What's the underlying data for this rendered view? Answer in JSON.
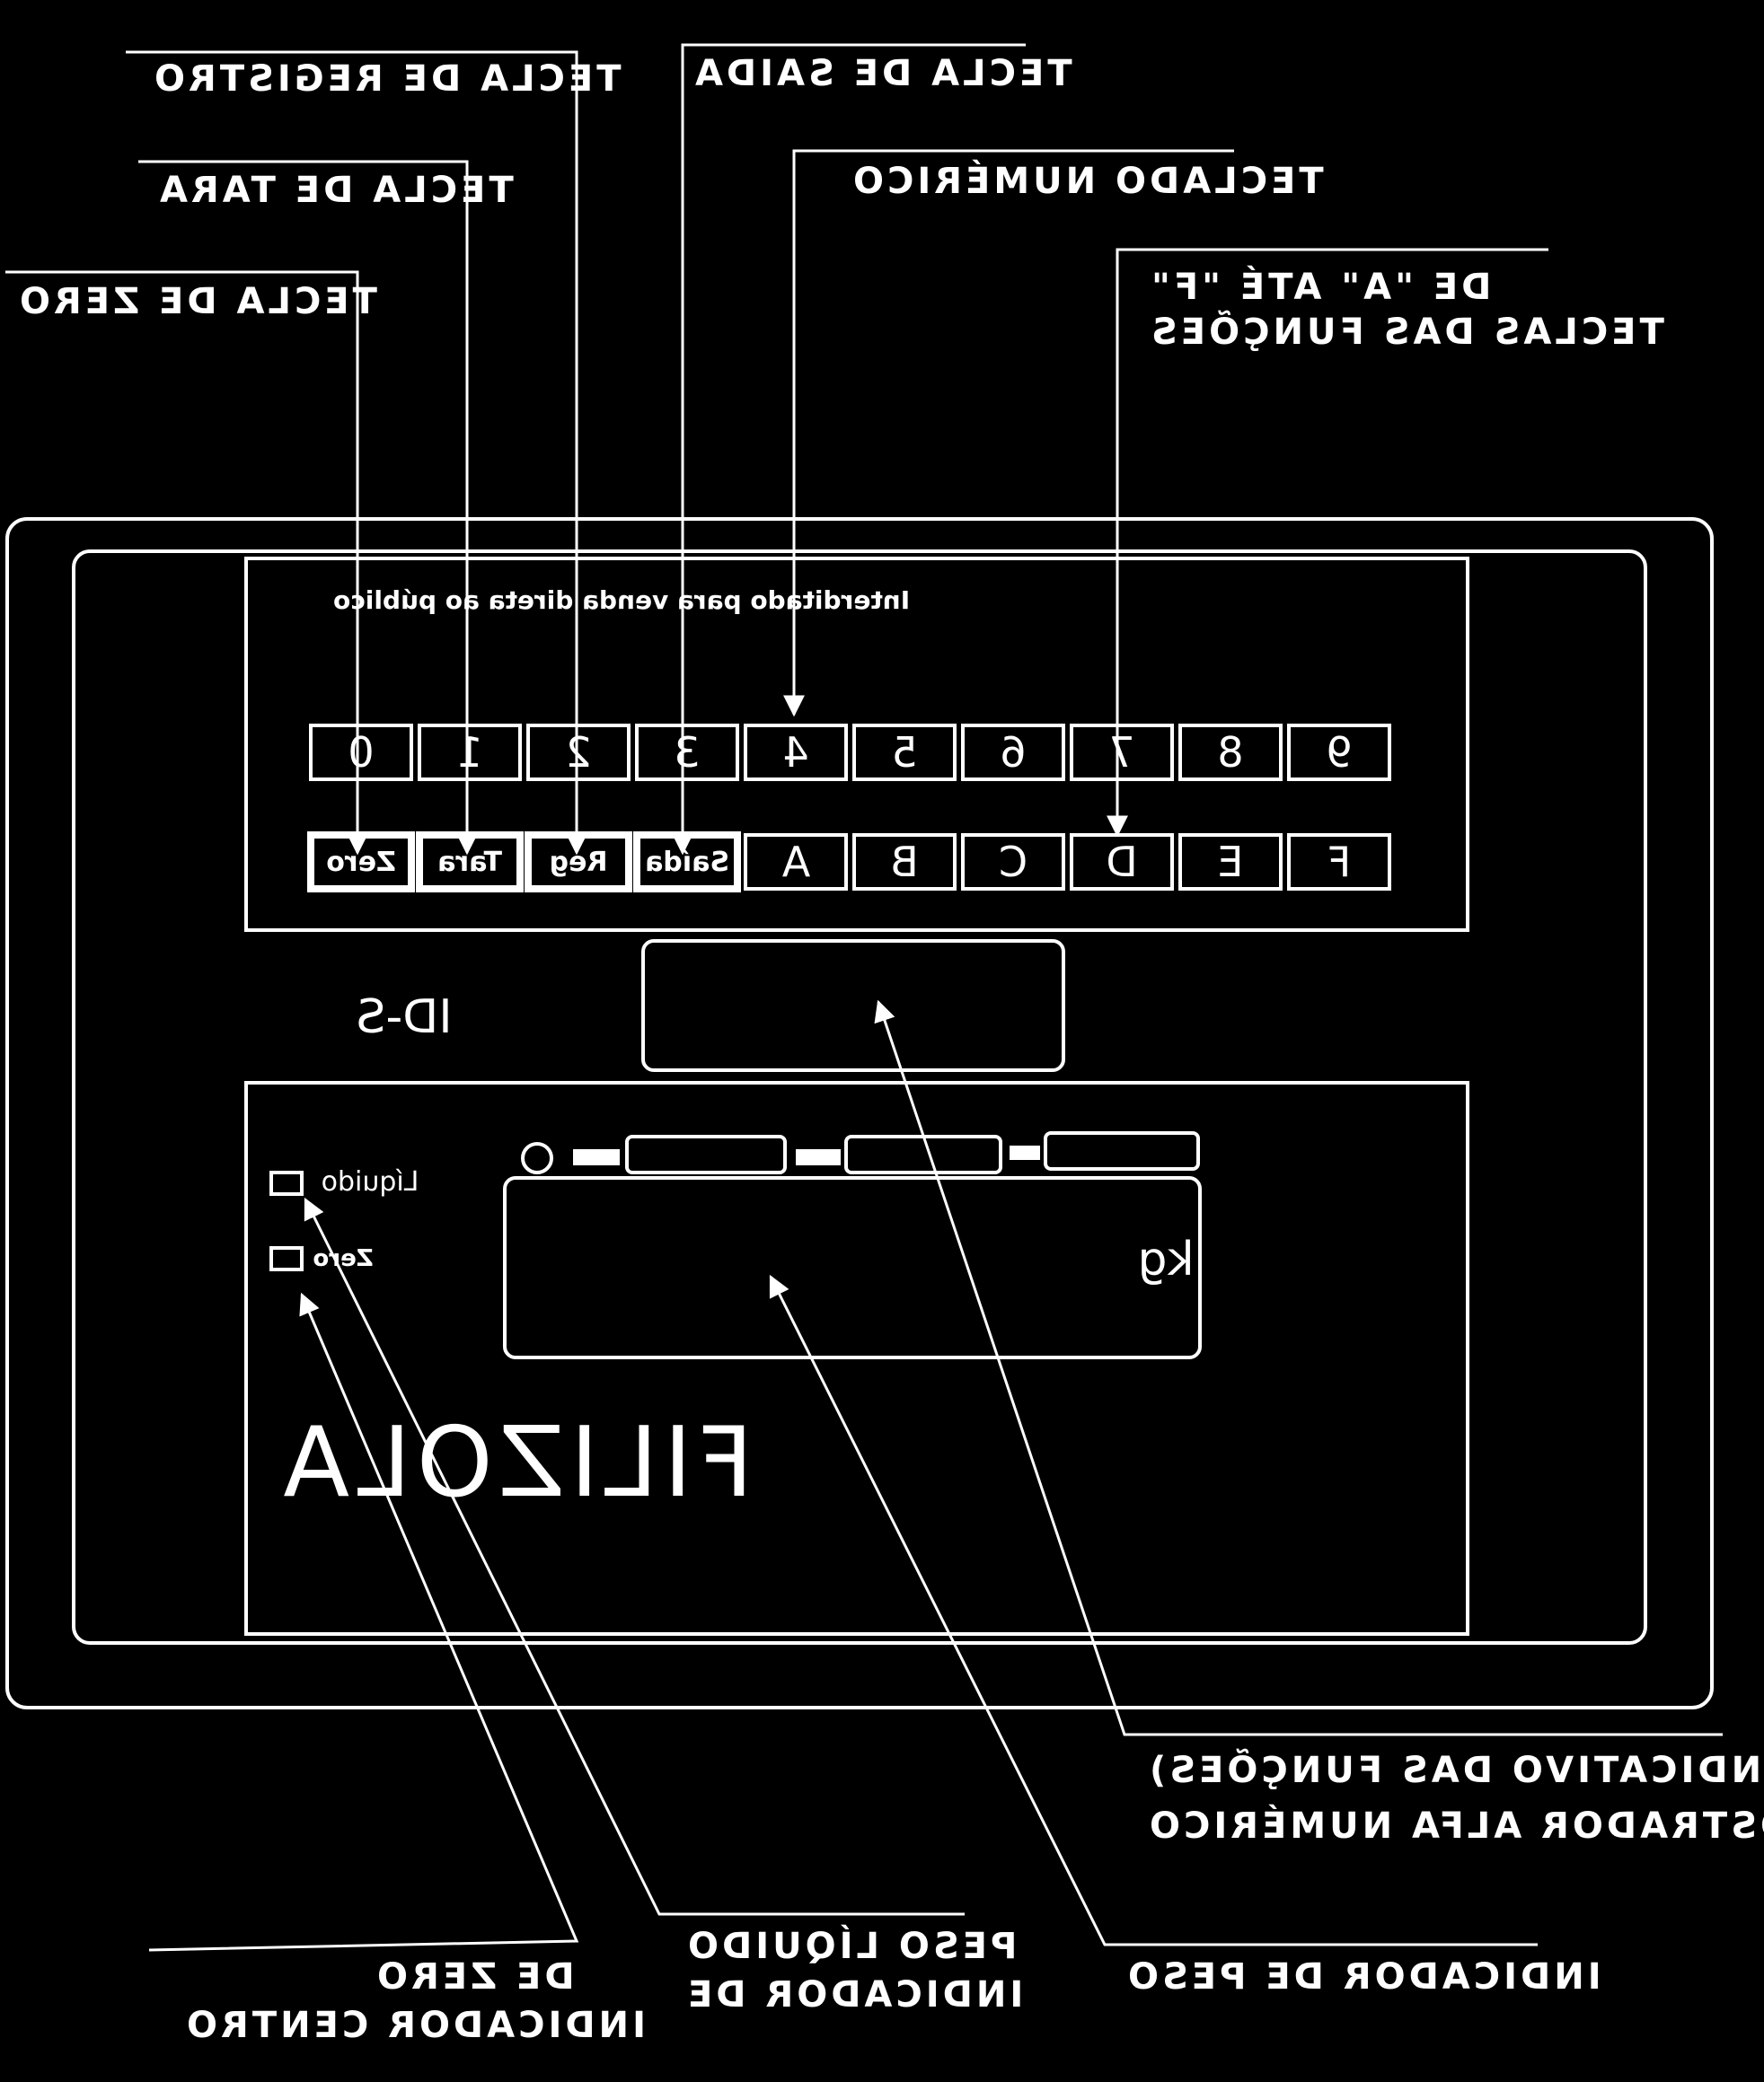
{
  "callouts": {
    "tecla_registro": "TECLA DE REGISTRO",
    "tecla_saida": "TECLA DE SAIDA",
    "tecla_tara": "TECLA DE TARA",
    "teclado_numerico": "TECLADO NUMÉRICO",
    "tecla_zero": "TECLA DE ZERO",
    "teclas_funcoes_1": "DE \"A\" ATÉ \"F\"",
    "teclas_funcoes_2": "TECLAS DAS FUNÇÕES",
    "mostrador_1": "(INDICATIVO DAS FUNÇÕES)",
    "mostrador_2": "MOSTRADOR ALFA NUMÉRICO",
    "indicador_zero_1": "DE ZERO",
    "indicador_zero_2": "INDICADOR CENTRO",
    "indicador_liquido_1": "PESO LÍQUIDO",
    "indicador_liquido_2": "INDICADOR DE",
    "indicador_peso": "INDICADOR DE PESO"
  },
  "device": {
    "notice": "Interditado para venda direta ao público",
    "model": "ID-S",
    "brand": "FILIZOLA",
    "unit": "kg",
    "led_liquido": "Líquido",
    "led_zero": "Zero",
    "numeric_keys": [
      "0",
      "1",
      "2",
      "3",
      "4",
      "5",
      "6",
      "7",
      "8",
      "9"
    ],
    "function_keys": [
      "Zero",
      "Tara",
      "Reg",
      "Saída",
      "A",
      "B",
      "C",
      "D",
      "E",
      "F"
    ]
  }
}
